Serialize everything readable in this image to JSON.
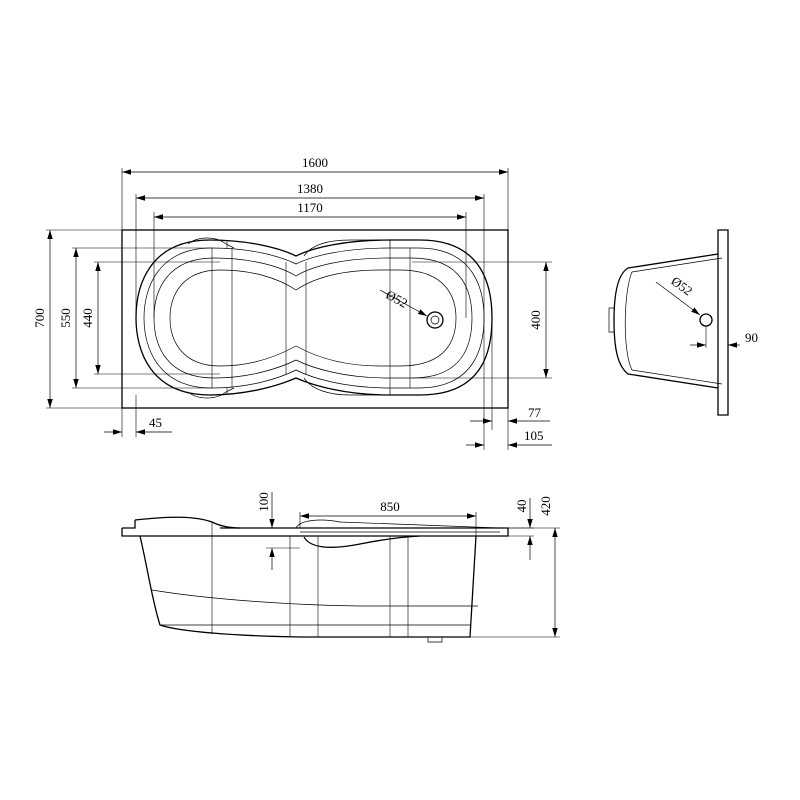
{
  "colors": {
    "line": "#000000",
    "background": "#ffffff"
  },
  "top_view": {
    "overall_length": "1600",
    "rim_length": "1380",
    "inner_length": "1170",
    "overall_width": "700",
    "rim_width": "550",
    "inner_width": "440",
    "right_width": "400",
    "left_offset": "45",
    "right_offset_a": "77",
    "right_offset_b": "105",
    "drain_diameter": "Ø52"
  },
  "end_view": {
    "drain_diameter": "Ø52",
    "drain_offset": "90"
  },
  "side_view": {
    "armrest_drop": "100",
    "armrest_length": "850",
    "rim_thickness": "40",
    "total_height": "420"
  }
}
